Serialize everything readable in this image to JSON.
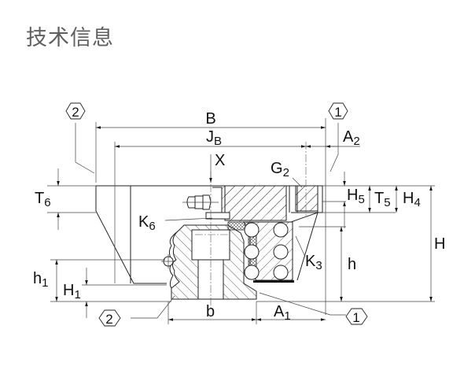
{
  "page": {
    "title": "技术信息"
  },
  "diagram": {
    "type": "technical cross-section drawing",
    "subject": "linear guide carriage on rail",
    "callouts": [
      {
        "id": "callout-2-top",
        "text": "2"
      },
      {
        "id": "callout-1-top",
        "text": "1"
      },
      {
        "id": "callout-2-bottom",
        "text": "2"
      },
      {
        "id": "callout-1-bottom",
        "text": "1"
      }
    ],
    "dimensions": {
      "B": {
        "main": "B",
        "sub": ""
      },
      "JB": {
        "main": "J",
        "sub": "B"
      },
      "X": {
        "main": "X",
        "sub": ""
      },
      "A2": {
        "main": "A",
        "sub": "2"
      },
      "G2": {
        "main": "G",
        "sub": "2"
      },
      "T6": {
        "main": "T",
        "sub": "6"
      },
      "K6": {
        "main": "K",
        "sub": "6"
      },
      "H5": {
        "main": "H",
        "sub": "5"
      },
      "T5": {
        "main": "T",
        "sub": "5"
      },
      "H4": {
        "main": "H",
        "sub": "4"
      },
      "H": {
        "main": "H",
        "sub": ""
      },
      "K3": {
        "main": "K",
        "sub": "3"
      },
      "h": {
        "main": "h",
        "sub": ""
      },
      "h1": {
        "main": "h",
        "sub": "1"
      },
      "H1": {
        "main": "H",
        "sub": "1"
      },
      "b": {
        "main": "b",
        "sub": ""
      },
      "A1": {
        "main": "A",
        "sub": "1"
      }
    }
  }
}
